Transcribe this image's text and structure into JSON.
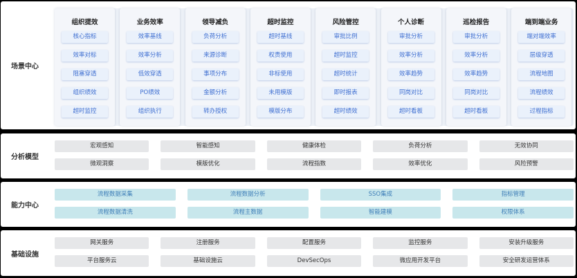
{
  "scene_center": {
    "label": "场景中心",
    "columns": [
      {
        "title": "组织提效",
        "items": [
          "核心指标",
          "效率对标",
          "阻塞穿透",
          "组织绩效",
          "超时监控"
        ]
      },
      {
        "title": "业务效率",
        "items": [
          "效率基线",
          "效率分析",
          "低效穿透",
          "PO绩效",
          "组织执行"
        ]
      },
      {
        "title": "领导减负",
        "items": [
          "负荷分析",
          "来源诊断",
          "事项分布",
          "金额分析",
          "转办授权"
        ]
      },
      {
        "title": "超时监控",
        "items": [
          "超时基线",
          "权责使用",
          "非标使用",
          "未用模版",
          "模版分布"
        ]
      },
      {
        "title": "风险管控",
        "items": [
          "审批比例",
          "超时监控",
          "超时统计",
          "即时报表",
          "超时绩效"
        ]
      },
      {
        "title": "个人诊断",
        "items": [
          "审批分析",
          "效率分析",
          "效率趋势",
          "同岗对比",
          "超时看板"
        ]
      },
      {
        "title": "巡检报告",
        "items": [
          "审批分析",
          "效率分析",
          "效率趋势",
          "同岗对比",
          "超时看板"
        ]
      },
      {
        "title": "端到端业务",
        "items": [
          "端对端效率",
          "层级穿透",
          "流程地图",
          "流程绩效",
          "过程指标"
        ]
      }
    ]
  },
  "analysis_model": {
    "label": "分析模型",
    "rows": [
      [
        "宏观感知",
        "智能感知",
        "健康体检",
        "负荷分析",
        "无效协同"
      ],
      [
        "微观洞察",
        "模版优化",
        "流程指数",
        "效率优化",
        "风险预警"
      ]
    ]
  },
  "capability_center": {
    "label": "能力中心",
    "rows": [
      [
        "流程数据采集",
        "流程数据分析",
        "SSO集成",
        "指标管理"
      ],
      [
        "流程数据清洗",
        "流程主数据",
        "智能建模",
        "权限体系"
      ]
    ]
  },
  "infrastructure": {
    "label": "基础设施",
    "rows": [
      [
        "网关服务",
        "注册服务",
        "配置服务",
        "监控服务",
        "安装升级服务"
      ],
      [
        "平台服务云",
        "基础设施云",
        "DevSecOps",
        "微应用开发平台",
        "安全研发运营体系"
      ]
    ]
  }
}
